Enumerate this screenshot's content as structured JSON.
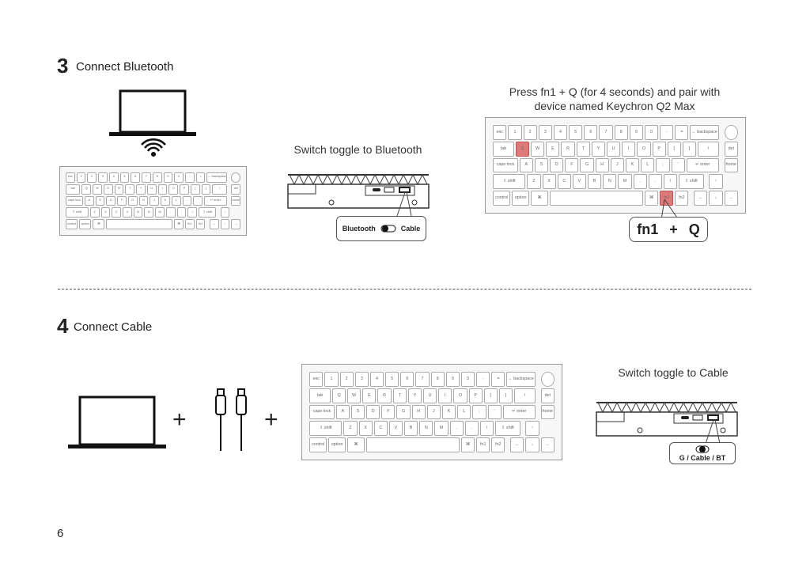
{
  "step3": {
    "number": "3",
    "title": "Connect Bluetooth",
    "switch_caption": "Switch toggle to Bluetooth",
    "toggle_left": "Bluetooth",
    "toggle_right": "Cable",
    "pair_caption_line1": "Press fn1 + Q (for 4 seconds) and pair with",
    "pair_caption_line2": "device named Keychron Q2 Max",
    "combo": {
      "key1": "fn1",
      "plus": "+",
      "key2": "Q"
    },
    "highlighted_keys": [
      "Q",
      "fn1"
    ]
  },
  "step4": {
    "number": "4",
    "title": "Connect Cable",
    "plus": "+",
    "switch_caption": "Switch toggle to Cable",
    "toggle_label": "G / Cable / BT"
  },
  "page_number": "6",
  "colors": {
    "highlight": "#e07a7a"
  },
  "keyboard": {
    "rows": [
      [
        [
          "esc",
          1
        ],
        [
          "1",
          1
        ],
        [
          "2",
          1
        ],
        [
          "3",
          1
        ],
        [
          "4",
          1
        ],
        [
          "5",
          1
        ],
        [
          "6",
          1
        ],
        [
          "7",
          1
        ],
        [
          "8",
          1
        ],
        [
          "9",
          1
        ],
        [
          "0",
          1
        ],
        [
          "-",
          1
        ],
        [
          "=",
          1
        ],
        [
          "← backspace",
          2
        ]
      ],
      [
        [
          "tab",
          1.5
        ],
        [
          "Q",
          1
        ],
        [
          "W",
          1
        ],
        [
          "E",
          1
        ],
        [
          "R",
          1
        ],
        [
          "T",
          1
        ],
        [
          "Y",
          1
        ],
        [
          "U",
          1
        ],
        [
          "I",
          1
        ],
        [
          "O",
          1
        ],
        [
          "P",
          1
        ],
        [
          "[",
          1
        ],
        [
          "]",
          1
        ],
        [
          "\\",
          1.5
        ]
      ],
      [
        [
          "caps lock",
          1.75
        ],
        [
          "A",
          1
        ],
        [
          "S",
          1
        ],
        [
          "D",
          1
        ],
        [
          "F",
          1
        ],
        [
          "G",
          1
        ],
        [
          "H",
          1
        ],
        [
          "J",
          1
        ],
        [
          "K",
          1
        ],
        [
          "L",
          1
        ],
        [
          ";",
          1
        ],
        [
          "'",
          1
        ],
        [
          "↵ enter",
          2.25
        ]
      ],
      [
        [
          "⇧ shift",
          2.25
        ],
        [
          "Z",
          1
        ],
        [
          "X",
          1
        ],
        [
          "C",
          1
        ],
        [
          "V",
          1
        ],
        [
          "B",
          1
        ],
        [
          "N",
          1
        ],
        [
          "M",
          1
        ],
        [
          ",",
          1
        ],
        [
          ".",
          1
        ],
        [
          "/",
          1
        ],
        [
          "⇧ shift",
          1.75
        ]
      ],
      [
        [
          "control",
          1.25
        ],
        [
          "option",
          1.25
        ],
        [
          "⌘",
          1.25
        ],
        [
          "",
          6.25
        ],
        [
          "⌘",
          1
        ],
        [
          "fn1",
          1
        ],
        [
          "fn2",
          1
        ]
      ]
    ],
    "side": [
      "",
      "del",
      "home"
    ],
    "arrows": [
      "↑",
      "←",
      "↓",
      "→"
    ]
  }
}
